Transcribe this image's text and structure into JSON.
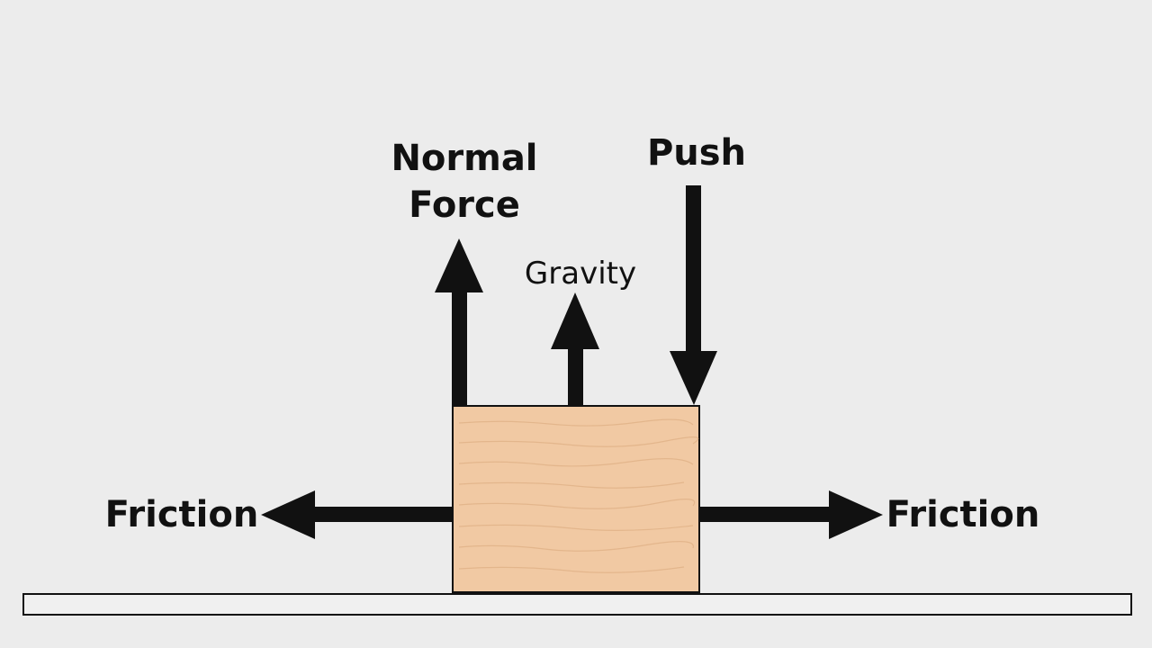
{
  "diagram": {
    "labels": {
      "normal_force_line1": "Normal",
      "normal_force_line2": "Force",
      "push": "Push",
      "gravity": "Gravity",
      "friction_left": "Friction",
      "friction_right": "Friction"
    },
    "colors": {
      "background": "#ececec",
      "block_fill": "#f1c9a3",
      "block_grain": "#e2b48a",
      "arrow": "#111111",
      "ground_fill": "#f0f0f0",
      "outline": "#111111"
    }
  }
}
